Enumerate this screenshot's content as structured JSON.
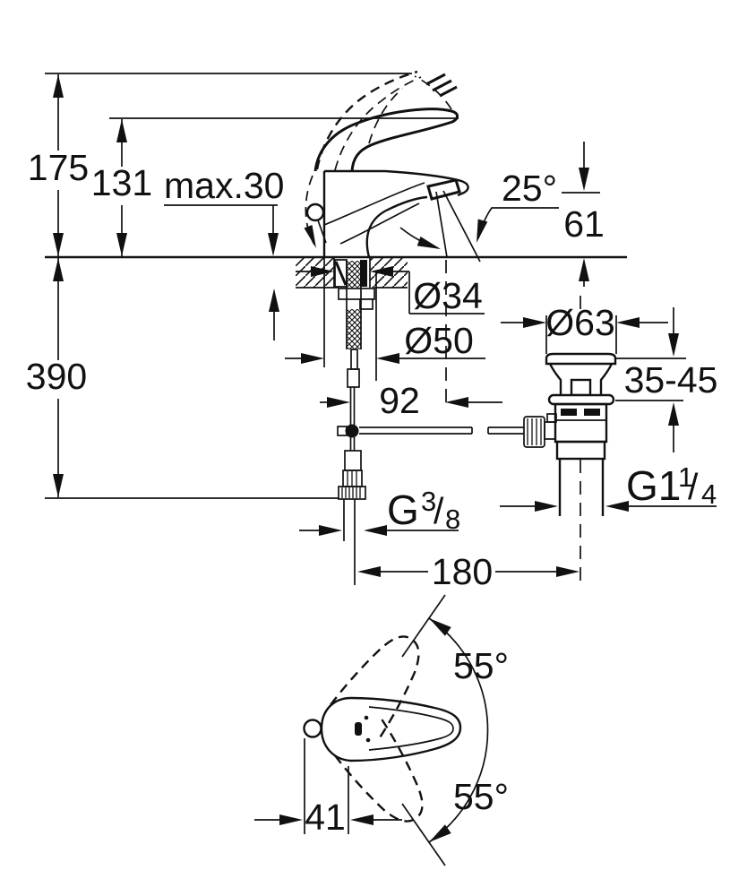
{
  "drawing": {
    "labels": {
      "total_height": "175",
      "spout_tip_height": "131",
      "max_deck_thickness": "max.30",
      "spray_angle": "25°",
      "outlet_height": "61",
      "hole_diameter": "Ø34",
      "base_diameter": "Ø50",
      "install_depth": "390",
      "spout_reach": "92",
      "waste_flange_diameter": "Ø63",
      "basin_thickness_range": "35-45",
      "supply_thread_prefix": "G",
      "supply_thread_numerator": "3",
      "supply_thread_slash": "/",
      "supply_thread_denominator": "8",
      "waste_thread_prefix": "G1",
      "waste_thread_numerator": "1",
      "waste_thread_slash": "/",
      "waste_thread_denominator": "4",
      "center_distance": "180",
      "lever_swing_upper": "55°",
      "lever_swing_lower": "55°",
      "lever_offset": "41"
    },
    "colors": {
      "ink": "#111111",
      "background": "#ffffff"
    }
  }
}
